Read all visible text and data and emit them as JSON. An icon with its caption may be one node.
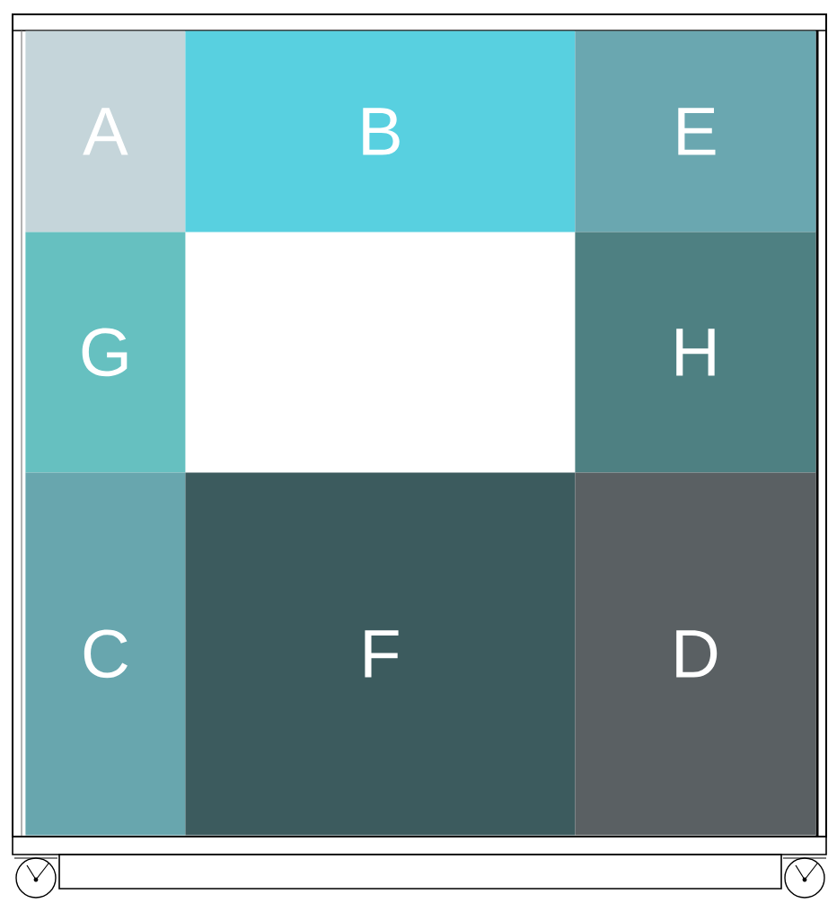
{
  "diagram": {
    "nodes": [
      {
        "text": [
          "A"
        ]
      },
      {
        "text": [
          "B"
        ]
      },
      {
        "text": [
          "E"
        ]
      },
      {
        "text": [
          "G"
        ]
      },
      {
        "text": [
          "H"
        ]
      },
      {
        "text": [
          "C"
        ]
      },
      {
        "text": [
          "F"
        ]
      },
      {
        "text": [
          "D"
        ]
      }
    ]
  }
}
